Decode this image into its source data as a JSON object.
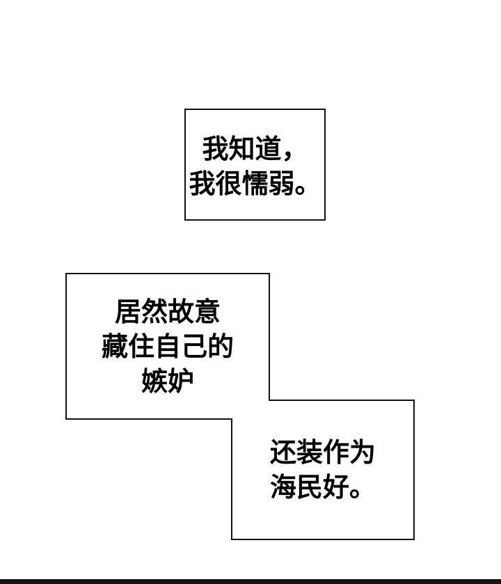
{
  "page": {
    "kind": "comic-page",
    "background_color": "#ffffff"
  },
  "colors": {
    "ink": "#111111",
    "bubble_fill": "#ffffff",
    "bottom_bar": "#161616"
  },
  "bubbles": [
    {
      "id": "bubble-1",
      "lines": [
        "我知道，",
        "我很懦弱。"
      ]
    },
    {
      "id": "bubble-2",
      "lines": [
        "居然故意",
        "藏住自己的",
        "嫉妒"
      ]
    },
    {
      "id": "bubble-3",
      "lines": [
        "还装作为",
        "海民好。"
      ]
    }
  ]
}
